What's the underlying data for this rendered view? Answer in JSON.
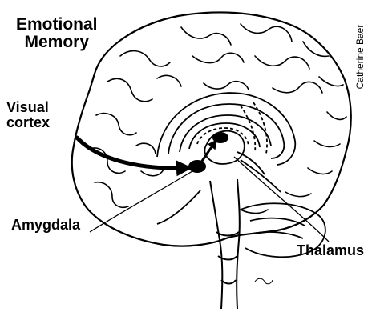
{
  "title": {
    "line1": "Emotional",
    "line2": "Memory"
  },
  "labels": {
    "visual_cortex_line1": "Visual",
    "visual_cortex_line2": "cortex",
    "amygdala": "Amygdala",
    "thalamus": "Thalamus"
  },
  "credit": "Catherine Baer"
}
